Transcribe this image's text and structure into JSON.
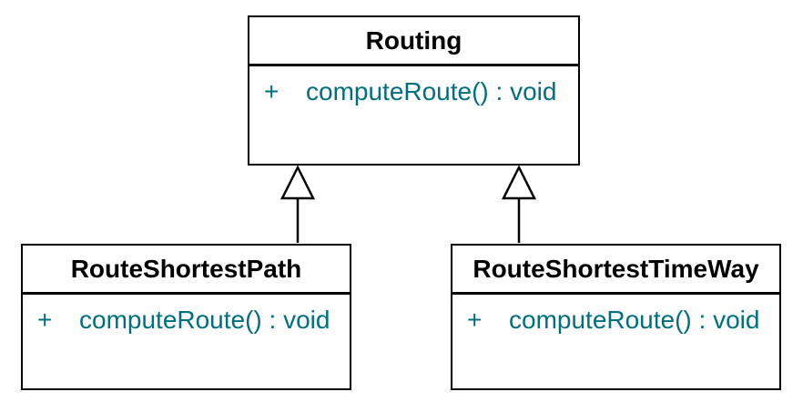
{
  "diagram": {
    "kind": "uml-class-diagram",
    "colors": {
      "background": "#ffffff",
      "line": "#000000",
      "class_name_text": "#000000",
      "member_text": "#006f7f"
    },
    "classes": [
      {
        "name": "Routing",
        "members": [
          {
            "visibility": "+",
            "signature": "computeRoute() : void"
          }
        ]
      },
      {
        "name": "RouteShortestPath",
        "members": [
          {
            "visibility": "+",
            "signature": "computeRoute() : void"
          }
        ]
      },
      {
        "name": "RouteShortestTimeWay",
        "members": [
          {
            "visibility": "+",
            "signature": "computeRoute() : void"
          }
        ]
      }
    ],
    "relations": [
      {
        "type": "generalization",
        "from": "RouteShortestPath",
        "to": "Routing"
      },
      {
        "type": "generalization",
        "from": "RouteShortestTimeWay",
        "to": "Routing"
      }
    ]
  }
}
